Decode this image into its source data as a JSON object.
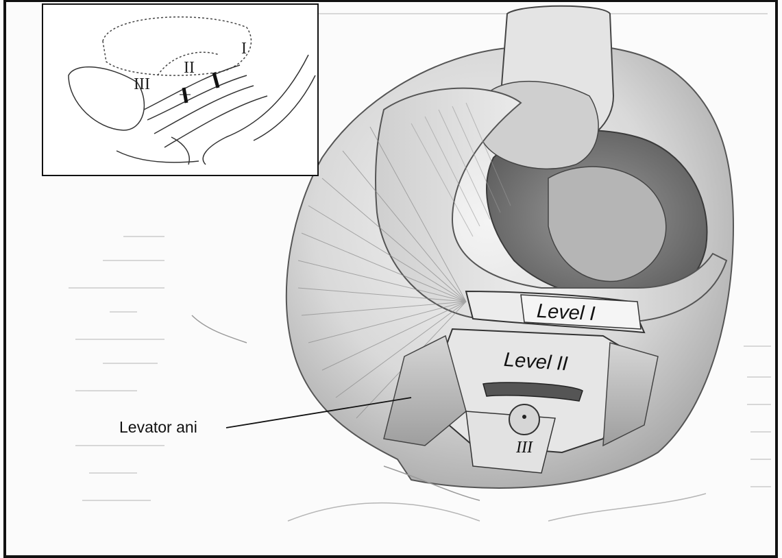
{
  "labels": {
    "level_1": "Level I",
    "level_2": "Level II",
    "level_3": "III",
    "levator_ani": "Levator ani"
  },
  "inset": {
    "label_1": "I",
    "label_2": "II",
    "label_3": "III"
  },
  "colors": {
    "border": "#111111",
    "sketch": "#4a4a4a",
    "shade": "#8c8c8c",
    "light": "#d8d8d8"
  }
}
